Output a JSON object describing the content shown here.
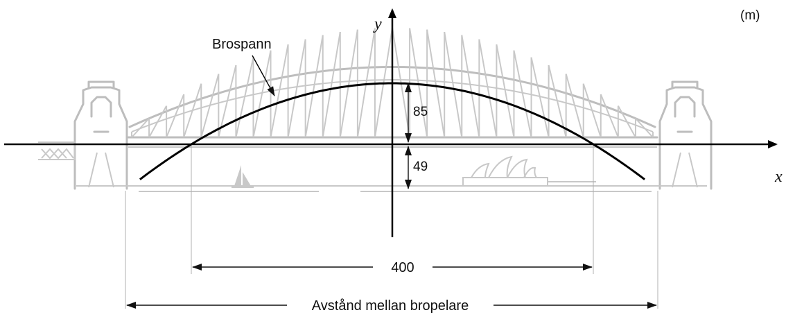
{
  "diagram": {
    "unit": "(m)",
    "axis_x_label": "x",
    "axis_y_label": "y",
    "arch_label": "Brospann",
    "height_above_axis": "85",
    "depth_below_axis": "49",
    "span_at_axis": "400",
    "pillar_distance_label": "Avstånd mellan bropelare"
  },
  "colors": {
    "curve": "#000000",
    "bridge_illustration": "#bdbdbd",
    "text": "#111111"
  }
}
